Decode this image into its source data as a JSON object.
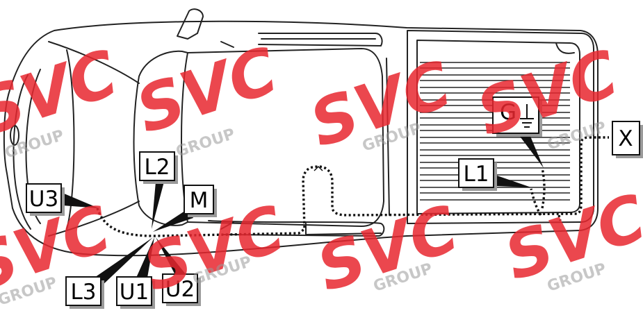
{
  "diagram": {
    "labels": {
      "L1": "L1",
      "L2": "L2",
      "L3": "L3",
      "M": "M",
      "U1": "U1",
      "U2": "U2",
      "U3": "U3",
      "G": "G",
      "X": "X"
    },
    "watermark": {
      "brand": "SVC",
      "group": "GROUP"
    },
    "colors": {
      "line": "#222222",
      "wire": "#111111",
      "label_shadow": "#9a9a9a",
      "watermark": "#e8272f"
    },
    "icons": {
      "ground": "ground-symbol-icon"
    }
  }
}
